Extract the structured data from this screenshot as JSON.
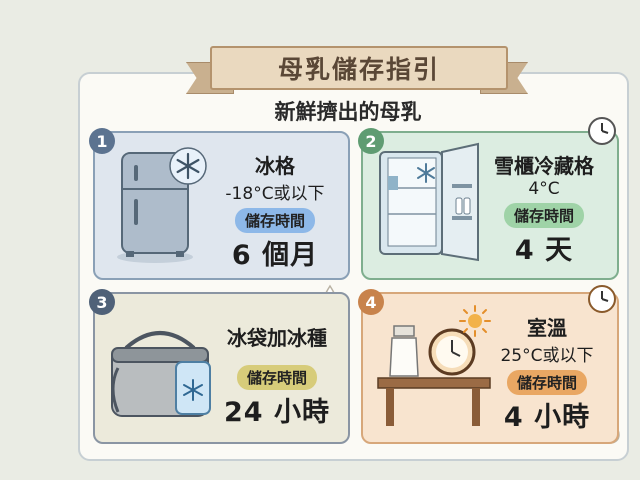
{
  "banner": {
    "title": "母乳儲存指引"
  },
  "subtitle": "新鮮擠出的母乳",
  "sections": [
    {
      "number": "1",
      "title": "冰格",
      "condition": "-18°C或以下",
      "badge": "儲存時間",
      "duration": "6 個月",
      "badge_color": "#8db8e8"
    },
    {
      "number": "2",
      "title": "雪櫃冷藏格",
      "condition": "4°C",
      "badge": "儲存時間",
      "duration": "4 天",
      "badge_color": "#9fd3a7"
    },
    {
      "number": "3",
      "title": "冰袋加冰種",
      "condition": "",
      "badge": "儲存時間",
      "duration": "24 小時",
      "badge_color": "#d7cc7a"
    },
    {
      "number": "4",
      "title": "室溫",
      "condition": "25°C或以下",
      "badge": "儲存時間",
      "duration": "4 小時",
      "badge_color": "#e9a763"
    }
  ],
  "icons": [
    "freezer-icon",
    "snowflake-icon",
    "refrigerator-icon",
    "cooler-bag-icon",
    "ice-pack-icon",
    "milk-bottle-icon",
    "alarm-clock-icon",
    "sun-icon",
    "clock-icon",
    "milk-drop-icon"
  ]
}
